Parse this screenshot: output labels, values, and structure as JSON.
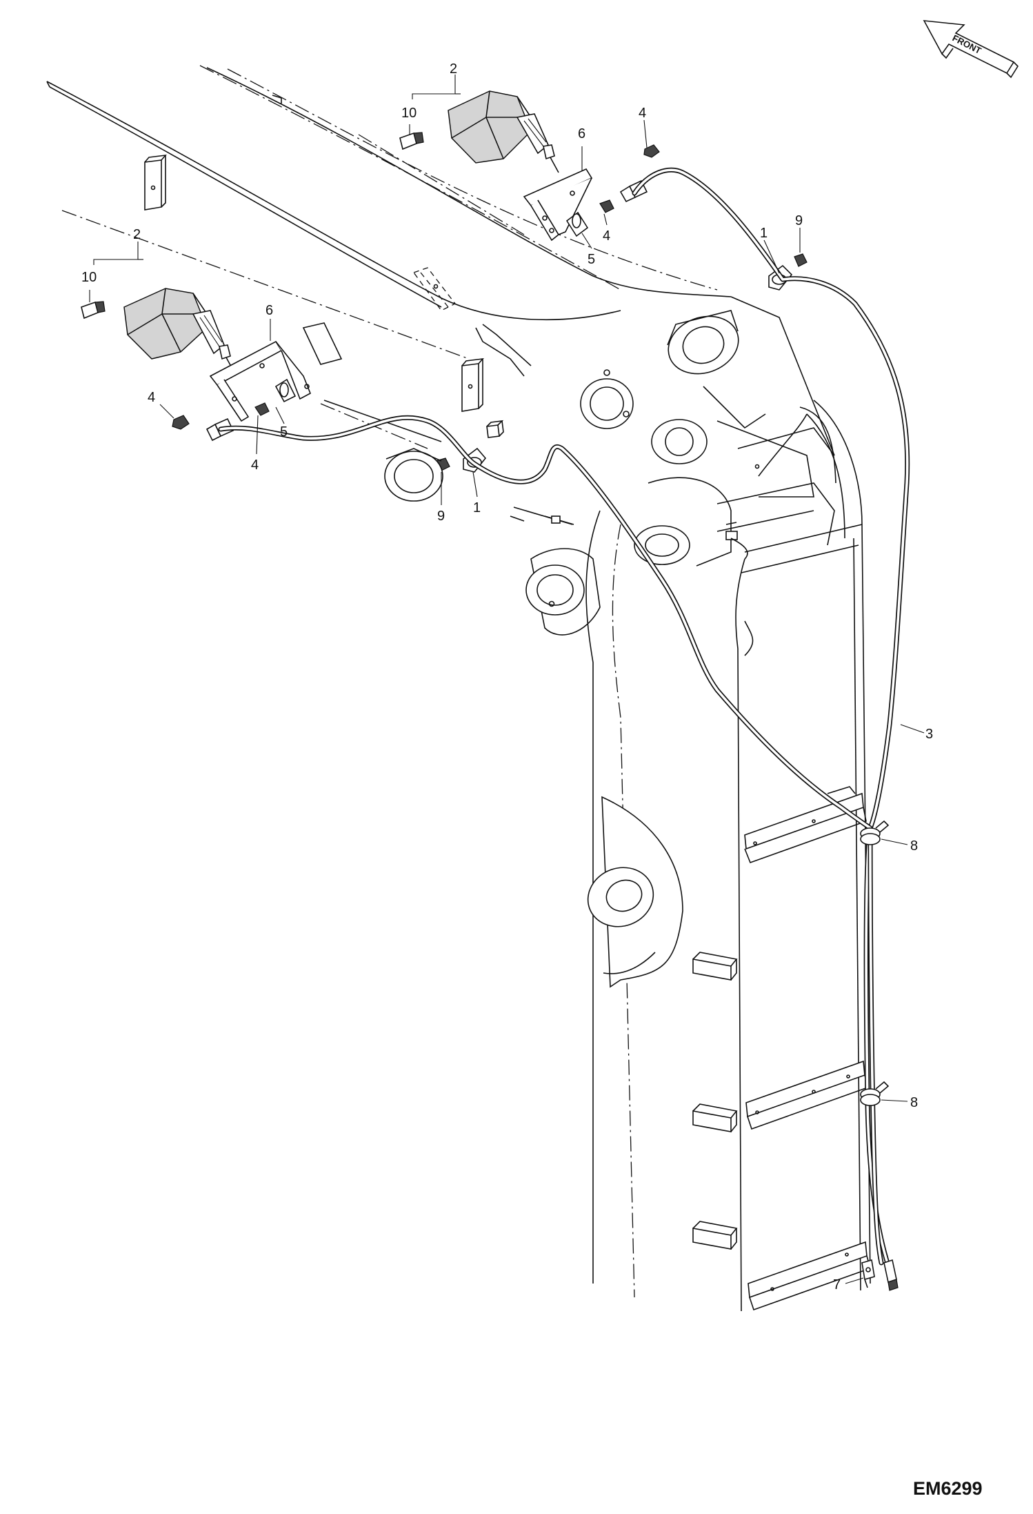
{
  "drawing_code": "EM6299",
  "front_label": "FRONT",
  "callouts": [
    {
      "id": "c2a",
      "text": "2"
    },
    {
      "id": "c10a",
      "text": "10"
    },
    {
      "id": "c6a",
      "text": "6"
    },
    {
      "id": "c4a",
      "text": "4"
    },
    {
      "id": "c4b",
      "text": "4"
    },
    {
      "id": "c5a",
      "text": "5"
    },
    {
      "id": "c1a",
      "text": "1"
    },
    {
      "id": "c9a",
      "text": "9"
    },
    {
      "id": "c2b",
      "text": "2"
    },
    {
      "id": "c10b",
      "text": "10"
    },
    {
      "id": "c6b",
      "text": "6"
    },
    {
      "id": "c4c",
      "text": "4"
    },
    {
      "id": "c5b",
      "text": "5"
    },
    {
      "id": "c4d",
      "text": "4"
    },
    {
      "id": "c9b",
      "text": "9"
    },
    {
      "id": "c1b",
      "text": "1"
    },
    {
      "id": "c3",
      "text": "3"
    },
    {
      "id": "c8a",
      "text": "8"
    },
    {
      "id": "c8b",
      "text": "8"
    },
    {
      "id": "c7",
      "text": "7"
    }
  ]
}
